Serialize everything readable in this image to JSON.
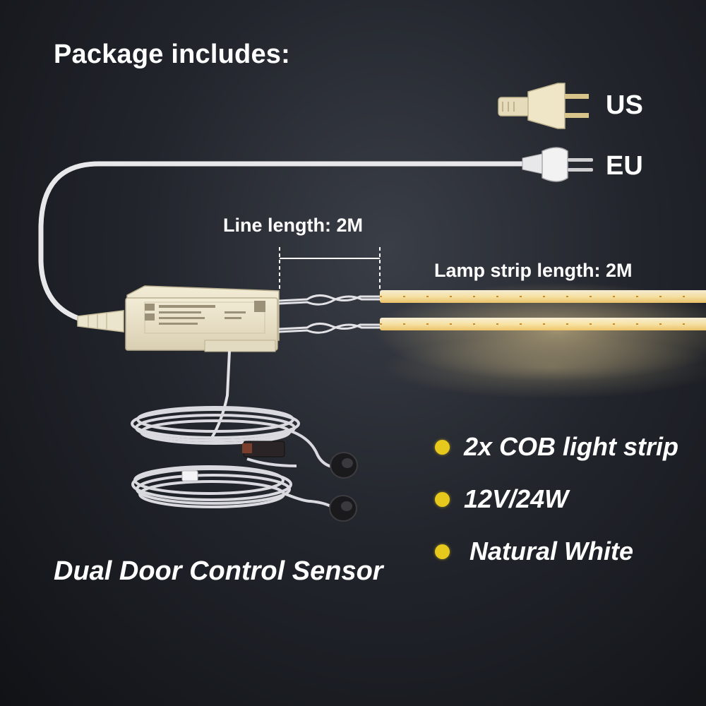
{
  "title": "Package includes:",
  "plugs": {
    "us_label": "US",
    "eu_label": "EU"
  },
  "dimensions": {
    "line_length": "Line length: 2M",
    "strip_length": "Lamp strip length: 2M"
  },
  "features": [
    "2x COB light strip",
    "12V/24W",
    "Natural White"
  ],
  "sensor_label": "Dual Door Control Sensor",
  "colors": {
    "background": "#1c1f25",
    "bullet": "#e6c91c",
    "strip_glow": "#ffd98a",
    "cable": "#e8e8ea",
    "controller_body": "#e9e1c8"
  }
}
